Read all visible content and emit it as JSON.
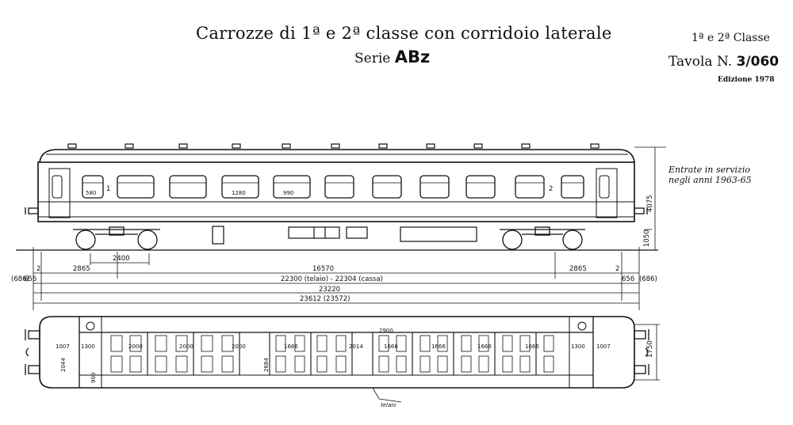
{
  "header": {
    "title": "Carrozze di 1ª e 2ª classe con corridoio laterale",
    "serie_label": "Serie",
    "serie_code": "ABz",
    "classe": "1ª e 2ª Classe",
    "tavola_label": "Tavola N.",
    "tavola_number": "3/060",
    "edizione": "Edizione 1978"
  },
  "note": {
    "line1": "Entrate in servizio",
    "line2": "negli anni 1963-65"
  },
  "side_view": {
    "window_labels": [
      "1",
      "2"
    ],
    "window_numbers": [
      "580",
      "1280",
      "990"
    ],
    "height_total": "4075",
    "height_floor": "1050"
  },
  "dimensions": {
    "bogie_gap": "2400",
    "left_small": "2",
    "left_overhang": "2865",
    "bogie_centers": "16570",
    "right_overhang": "2865",
    "right_small": "2",
    "left_buffer": "(686)",
    "left_buffer_b": "656",
    "frame_lengths": "22300 (telaio) - 22304 (cassa)",
    "right_buffer": "656",
    "right_buffer_b": "(686)",
    "over_body": "23220",
    "over_buffers": "23612 (23572)"
  },
  "plan_view": {
    "width": "1750",
    "telaio_label": "telaio",
    "labels_top": [
      "1007",
      "1300",
      "2000",
      "2000",
      "2000",
      "1666",
      "2014",
      "2900",
      "1666",
      "1666",
      "1666",
      "1666",
      "1300",
      "1007"
    ],
    "side_labels": [
      "2044",
      "900",
      "2684"
    ]
  }
}
